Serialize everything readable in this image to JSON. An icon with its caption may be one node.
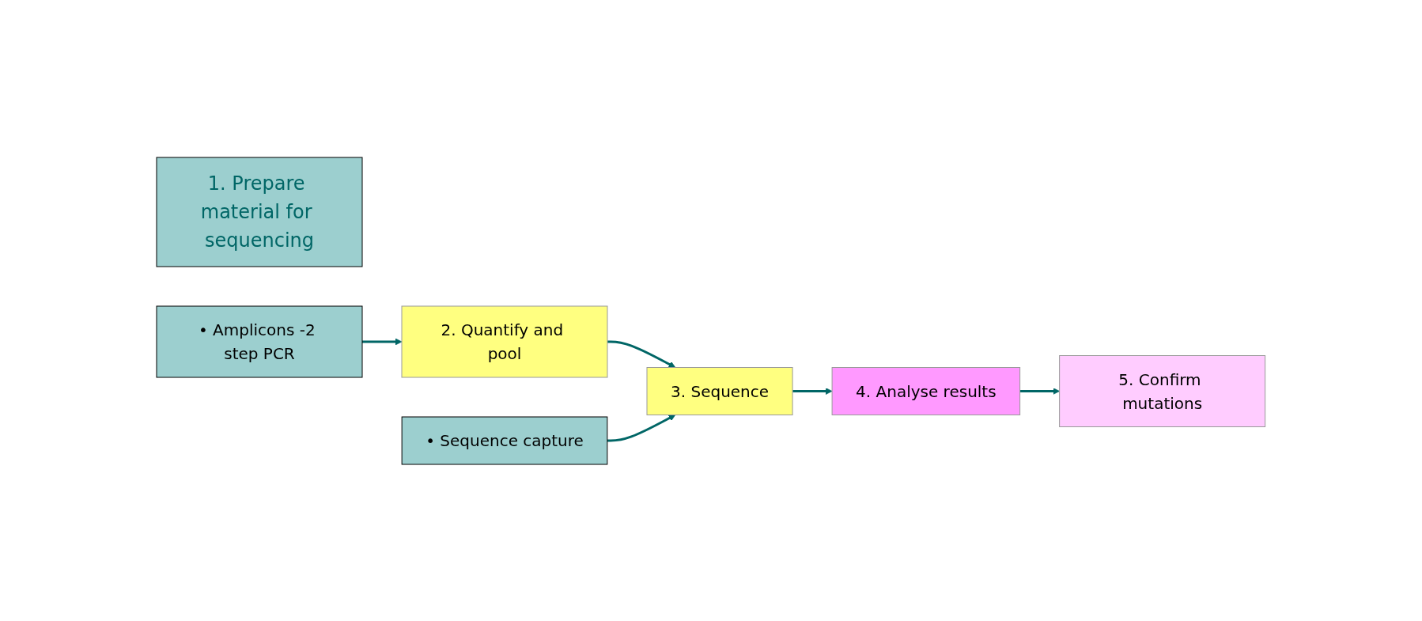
{
  "diagram": {
    "nodes": [
      {
        "text": [
          "1. Prepare material for sequencing"
        ]
      },
      {
        "text": [
          "• Amplicons -2 step PCR"
        ]
      },
      {
        "text": [
          "• Sequence capture"
        ]
      },
      {
        "text": [
          "2. Quantify and pool"
        ]
      },
      {
        "text": [
          "3. Sequence"
        ]
      },
      {
        "text": [
          "4. Analyse results"
        ]
      },
      {
        "text": [
          "5. Confirm mutations"
        ]
      }
    ],
    "edges": [
      {
        "from": 1,
        "to": 3,
        "arrow": "to"
      },
      {
        "from": 3,
        "to": 4,
        "arrow": "to"
      },
      {
        "from": 2,
        "to": 4,
        "arrow": "to"
      },
      {
        "from": 4,
        "to": 5,
        "arrow": "to"
      },
      {
        "from": 5,
        "to": 6,
        "arrow": "to"
      }
    ]
  }
}
